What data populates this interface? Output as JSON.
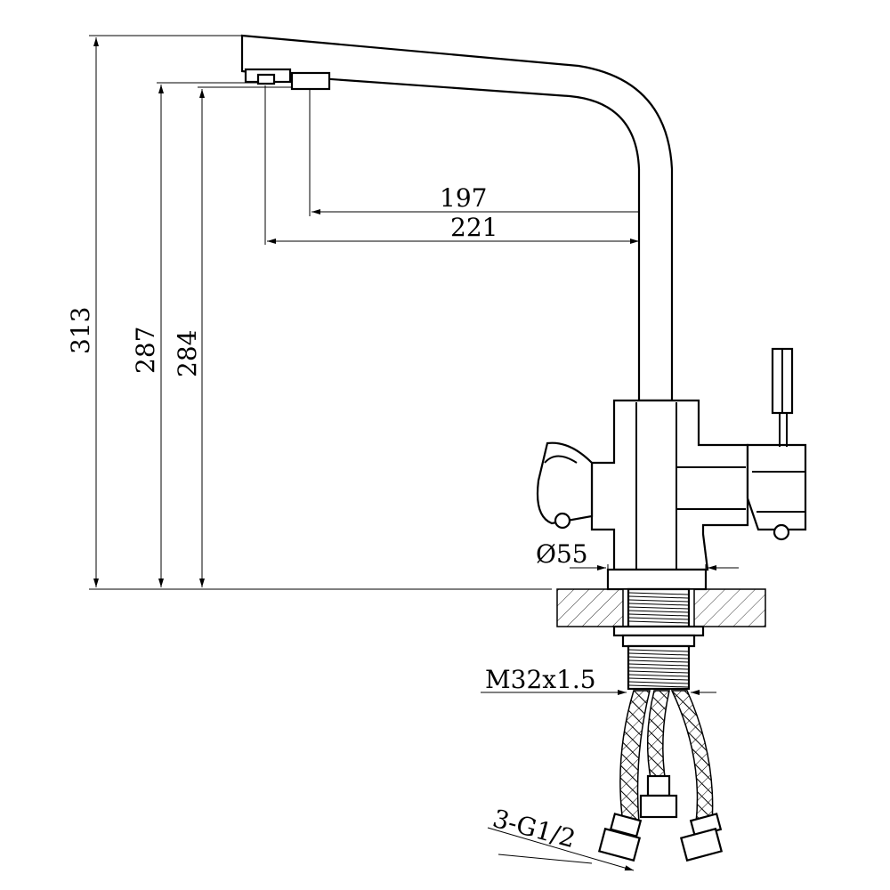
{
  "dimensions": {
    "total_height": "313",
    "outlet_height_1": "287",
    "outlet_height_2": "284",
    "reach_1": "197",
    "reach_2": "221",
    "base_diameter": "Ø55",
    "thread": "M32x1.5",
    "hose_connection": "3-G1/2"
  }
}
